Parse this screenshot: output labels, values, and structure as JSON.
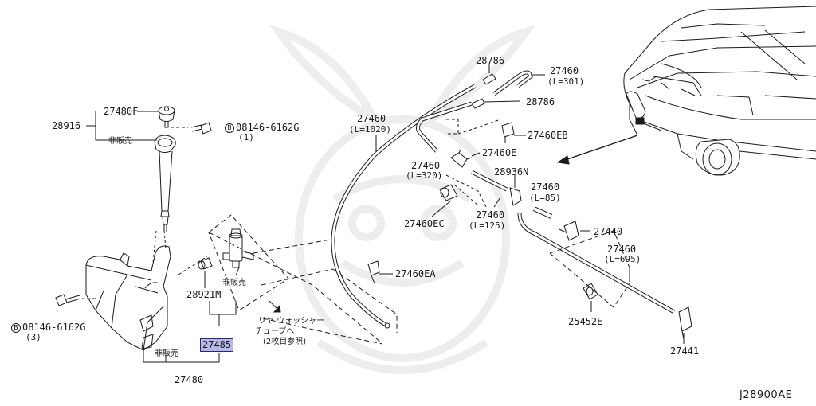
{
  "diagram": {
    "reference_code": "J28900AE",
    "labels": {
      "p28786_top": "28786",
      "p27460_301": "27460",
      "p27460_301_len": "(L=301)",
      "p28786_mid": "28786",
      "p27460_1020": "27460",
      "p27460_1020_len": "(L=1020)",
      "p27460EB": "27460EB",
      "p27460E": "27460E",
      "p27460_320": "27460",
      "p27460_320_len": "(L=320)",
      "p28936N": "28936N",
      "p27460_85": "27460",
      "p27460_85_len": "(L=85)",
      "p27460EC": "27460EC",
      "p27460_125": "27460",
      "p27460_125_len": "(L=125)",
      "p27440": "27440",
      "p27460_695": "27460",
      "p27460_695_len": "(L=695)",
      "p27460EA": "27460EA",
      "p25452E": "25452E",
      "p27441": "27441",
      "p27480F": "27480F",
      "p28916": "28916",
      "not_sold_1": "非販売",
      "bolt_1_num": "08146-6162G",
      "bolt_1_qty": "(1)",
      "not_sold_2": "非販売",
      "p28921M": "28921M",
      "p27485": "27485",
      "not_sold_3": "非販売",
      "p27480": "27480",
      "bolt_2_num": "08146-6162G",
      "bolt_2_qty": "(3)",
      "rear_note_1": "リヤ ウォッシャー",
      "rear_note_2": "チューブへ",
      "rear_note_3": "(2枚目参照)",
      "bolt_symbol": "B"
    },
    "colors": {
      "line": "#1a1a1a",
      "highlight": "#b7b8ea",
      "watermark": "#ececec"
    }
  }
}
